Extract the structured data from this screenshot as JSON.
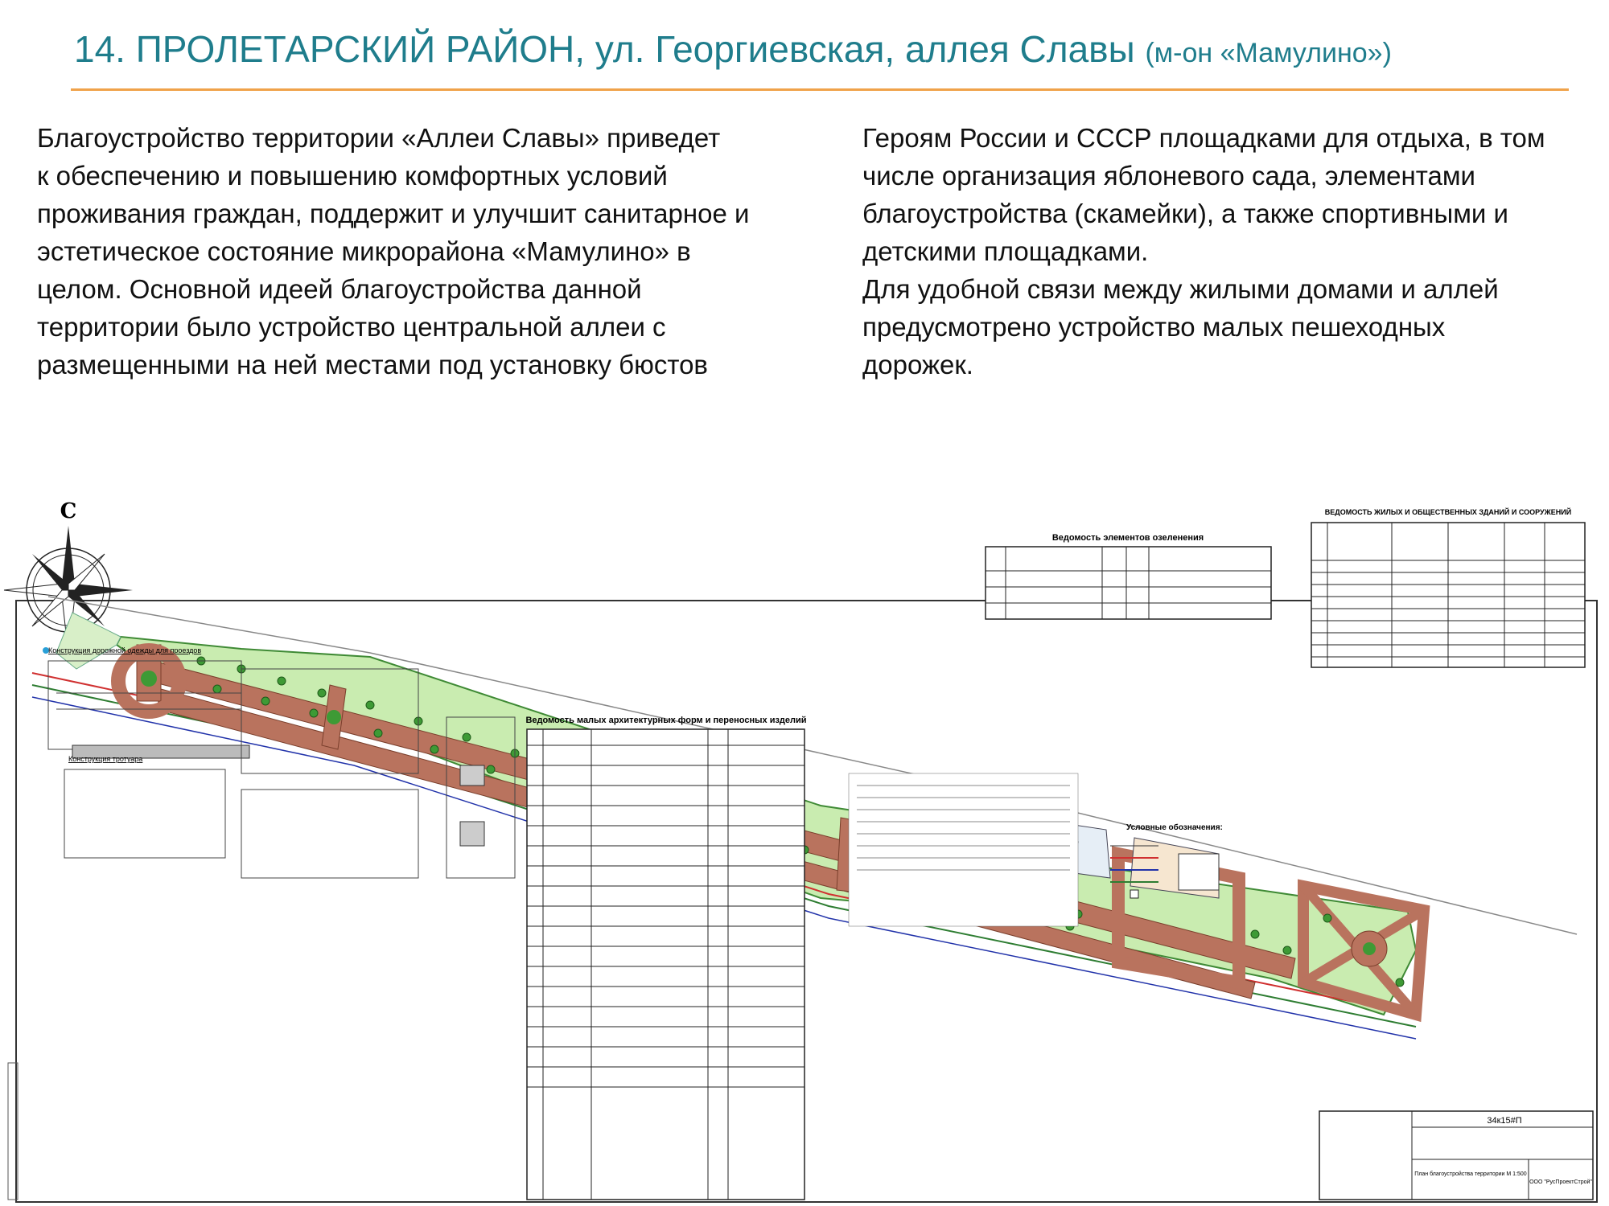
{
  "header": {
    "title": "14. ПРОЛЕТАРСКИЙ РАЙОН, ул. Георгиевская, аллея Славы",
    "subtitle": "(м-он «Мамулино»)"
  },
  "body": {
    "col1": [
      "Благоустройство территории «Аллеи Славы» приведет",
      "к обеспечению и повышению комфортных условий",
      "проживания граждан, поддержит и улучшит санитарное и",
      "эстетическое состояние микрорайона «Мамулино» в",
      "целом. Основной идеей благоустройства данной",
      "территории было устройство центральной аллеи с",
      "размещенными на ней местами под установку бюстов"
    ],
    "col2": [
      "Героям России и СССР площадками для отдыха, в том",
      "числе организация яблоневого сада,  элементами",
      "благоустройства (скамейки), а также спортивными и",
      "детскими площадками.",
      "Для удобной связи между жилыми домами и аллей",
      "предусмотрено устройство малых пешеходных",
      "дорожек."
    ]
  },
  "plan": {
    "compass_label": "С",
    "table_planting_title": "Ведомость элементов озеленения",
    "table_buildings_title": "ВЕДОМОСТЬ ЖИЛЫХ И ОБЩЕСТВЕННЫХ ЗДАНИЙ И СООРУЖЕНИЙ",
    "table_maf_title": "Ведомость малых архитектурных форм и переносных изделий",
    "legend_title": "Условные обозначения:",
    "stamp_code": "34к15#П",
    "stamp_sheet_title": "План благоустройства территории М 1:500",
    "stamp_company": "ООО \"РусПроектСтрой\"",
    "section_road": "Конструкция дорожной одежды для проездов",
    "section_sidewalk": "Конструкция тротуара",
    "colors": {
      "title": "#1f7d8c",
      "rule": "#f0a24a",
      "lawn": "#c9ecb0",
      "path": "#b9735e",
      "tree": "#3e9a35"
    }
  }
}
